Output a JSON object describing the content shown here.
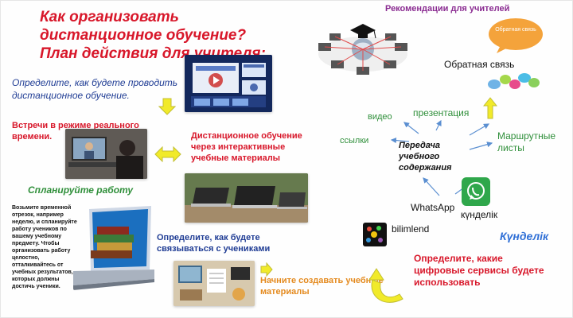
{
  "left": {
    "title": "Как организовать дистанционное обучение? План действия для учителя:",
    "intro": "Определите, как будете проводить дистанционное обучение.",
    "realtime": "Встречи в режиме реального времени.",
    "interactive": "Дистанционное обучение через интерактивные учебные материалы",
    "plan_title": "Спланируйте работу",
    "plan_text": "Возьмите временной отрезок, например неделю, и спланируйте работу учеников по вашему учебному предмету. Чтобы организовать работу целостно, отталкивайтесь от учебных результатов, которых должны достичь ученики.",
    "communicate": "Определите, как будете связываться с учениками",
    "start": "Начните создавать учебные материалы"
  },
  "right": {
    "recommendations": "Рекомендации для учителей",
    "bubble": "Обратная связь",
    "feedback": "Обратная связь",
    "video": "видео",
    "presentation": "презентация",
    "links": "ссылки",
    "center": "Передача учебного содержания",
    "routes": "Маршрутные листы",
    "whatsapp": "WhatsApp",
    "kundelik": "күнделік",
    "bilimlend": "bilimlend",
    "kundelik_logo": "Күнделік",
    "digital": "Определите, какие цифровые сервисы будете использовать"
  },
  "colors": {
    "red": "#d8172a",
    "blue": "#1f3c94",
    "green": "#2f8f3a",
    "purple": "#8a2b91",
    "orange": "#e48a1e",
    "arrow_yellow": "#f1ea2a",
    "arrow_border": "#c2bf33",
    "bubble_orange": "#f4a33b",
    "whatsapp_green": "#2fa74b"
  }
}
